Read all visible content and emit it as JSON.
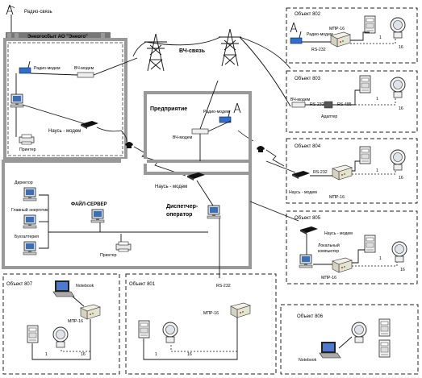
{
  "labels": {
    "radio_link": "Радио-связь",
    "energosbyt": "Энергосбыт АО \"Энерго\"",
    "vch_link": "ВЧ-связь",
    "enterprise": "Предприятие",
    "radio_modem": "Радио-модем",
    "vch_modem": "ВЧ-модем",
    "naus_modem": "Наусь - модем",
    "printer": "Принтер",
    "director": "Директор",
    "chief_energy": "Главный энергетик",
    "accounting": "Бухгалтерия",
    "file_server": "ФАЙЛ-СЕРВЕР",
    "dispatcher_line1": "Диспетчер-",
    "dispatcher_line2": "оператор",
    "rs232": "RS-232",
    "rs485": "RS-485",
    "adapter": "Адаптер",
    "mpr16": "МПР-16",
    "local_computer_line1": "Локальный",
    "local_computer_line2": "компьютер",
    "notebook": "Notebook",
    "meter_one": "1",
    "meter_sixteen": "16"
  },
  "objects": {
    "obj802": "Объект 802",
    "obj803": "Объект 803",
    "obj804": "Объект 804",
    "obj805": "Объект 805",
    "obj806": "Объект 806",
    "obj807": "Объект 807",
    "obj801": "Объект 801"
  }
}
